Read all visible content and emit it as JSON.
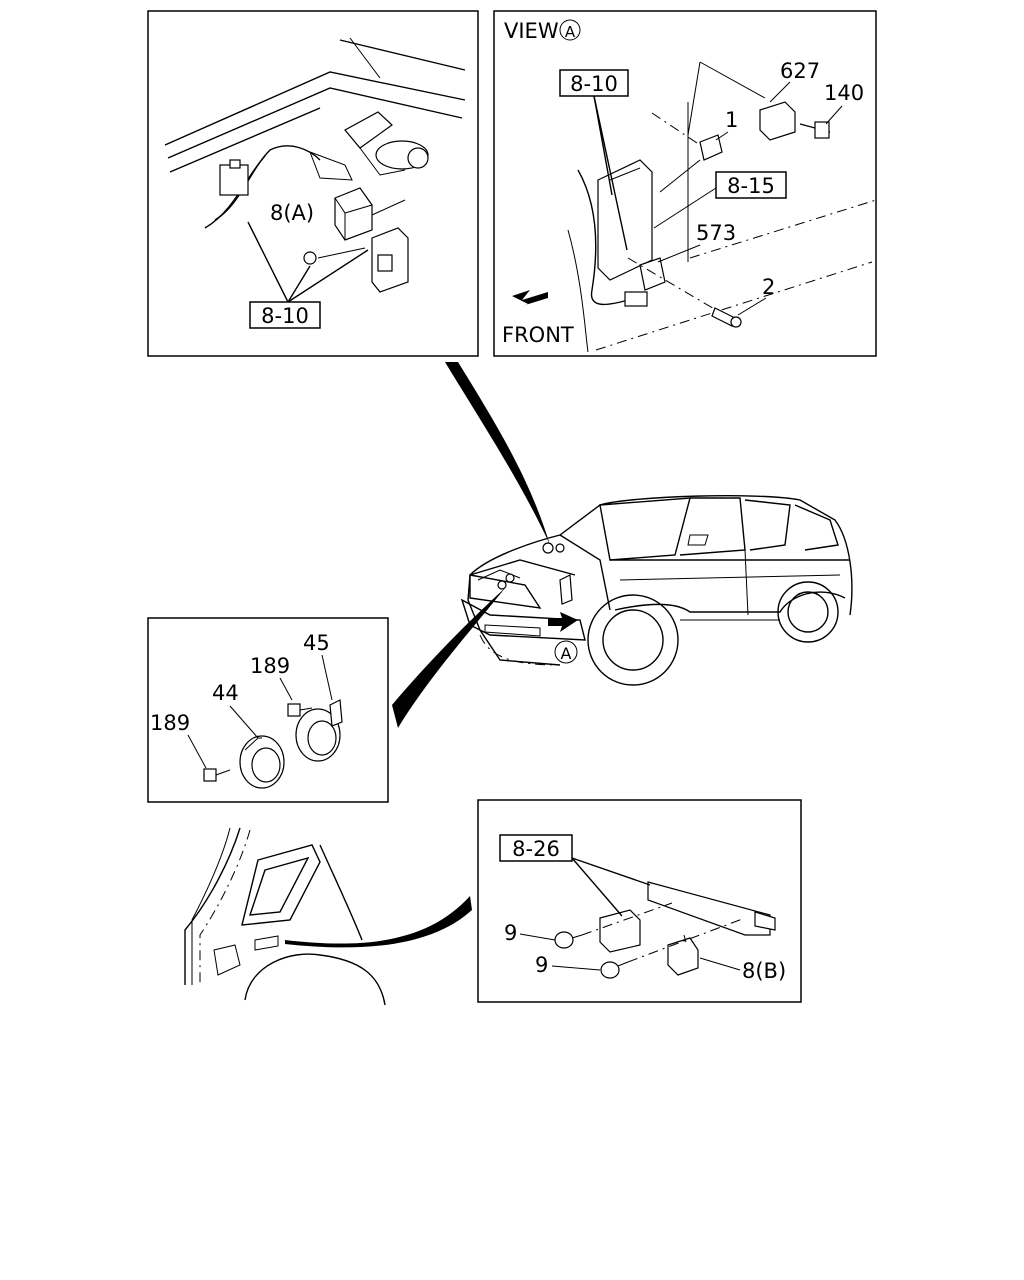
{
  "panels": {
    "top_left": {
      "ref_box": "8-10",
      "label_relay": "8(A)"
    },
    "view_a": {
      "title": "VIEW",
      "title_marker": "A",
      "ref_box_top": "8-10",
      "ref_box_mid": "8-15",
      "labels": {
        "p627": "627",
        "p140": "140",
        "p1": "1",
        "p573": "573",
        "p2": "2"
      },
      "front": "FRONT"
    },
    "horn": {
      "labels": {
        "p45": "45",
        "p189_top": "189",
        "p44": "44",
        "p189_left": "189"
      }
    },
    "rear": {
      "ref_box": "8-26",
      "labels": {
        "p9_top": "9",
        "p9_bottom": "9",
        "relay_b": "8(B)"
      }
    }
  },
  "vehicle": {
    "view_marker": "A"
  }
}
